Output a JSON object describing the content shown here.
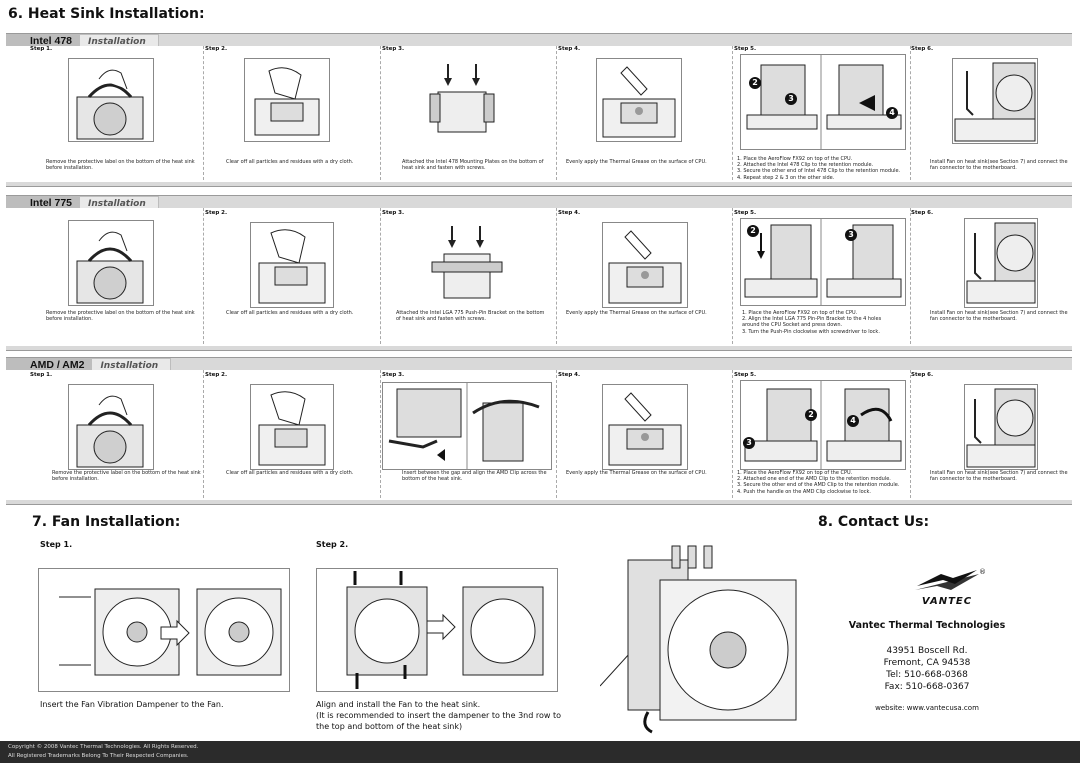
{
  "heatsink": {
    "title": "6. Heat Sink Installation:",
    "sections": [
      {
        "tag": "Intel  478",
        "tag_sub": "Installation",
        "steps": [
          {
            "label": "Step 1.",
            "caption": "Remove the protective label on the bottom of the heat sink before installation."
          },
          {
            "label": "Step 2.",
            "caption": "Clear off all particles and residues with a dry cloth."
          },
          {
            "label": "Step 3.",
            "caption": "Attached the Intel 478 Mounting Plates on the bottom of heat sink and fasten with screws."
          },
          {
            "label": "Step 4.",
            "caption": "Evenly apply the Thermal Grease on the surface of CPU."
          },
          {
            "label": "Step 5.",
            "list": [
              "1. Place the AeroFlow FX92 on top of the CPU.",
              "2. Attached the Intel 478 Clip to the retention module.",
              "3. Secure the other end of Intel 478 Clip to the retention module.",
              "4. Repeat step 2 & 3 on the other side."
            ]
          },
          {
            "label": "Step 6.",
            "caption": "Install Fan on heat sink(see Section 7) and connect the fan connector to the motherboard."
          }
        ]
      },
      {
        "tag": "Intel  775",
        "tag_sub": "Installation",
        "steps": [
          {
            "label": "",
            "caption": "Remove the protective label on the bottom of the heat sink before installation."
          },
          {
            "label": "Step 2.",
            "caption": "Clear off all particles and residues with a dry cloth."
          },
          {
            "label": "Step 3.",
            "caption": "Attached the Intel LGA 775 Push-Pin Bracket on the bottom of heat sink and fasten with screws."
          },
          {
            "label": "Step 4.",
            "caption": "Evenly apply the Thermal Grease on the surface of CPU."
          },
          {
            "label": "Step 5.",
            "list": [
              "1. Place the AeroFlow FX92 on top of the CPU.",
              "2. Align the Intel LGA 775 Pin-Pin Bracket to the 4 holes",
              "    around the CPU Socket and press down.",
              "3. Turn the Push-Pin clockwise with screwdriver to lock."
            ]
          },
          {
            "label": "Step 6.",
            "caption": "Install Fan on heat sink(see Section 7) and connect the fan connector to the motherboard."
          }
        ]
      },
      {
        "tag": "AMD / AM2",
        "tag_sub": "Installation",
        "steps": [
          {
            "label": "Step 1.",
            "caption": "Remove the protective label on the bottom of the heat sink before installation."
          },
          {
            "label": "Step 2.",
            "caption": "Clear off all particles and residues with a dry cloth."
          },
          {
            "label": "Step 3.",
            "caption": "Insert between the gap and align the AMD Clip across the bottom of the heat sink."
          },
          {
            "label": "Step 4.",
            "caption": "Evenly apply the Thermal Grease on the surface of CPU."
          },
          {
            "label": "Step 5.",
            "list": [
              "1. Place the AeroFlow FX92 on top of the CPU.",
              "2. Attached one end of the AMD Clip to the retention module.",
              "3. Secure the other end of the AMD Clip to the retention module.",
              "4. Push the handle on the AMD Clip clockwise to lock."
            ]
          },
          {
            "label": "Step 6.",
            "caption": "Install Fan on heat sink(see Section 7) and connect the fan connector to the motherboard."
          }
        ]
      }
    ],
    "markers": [
      "2",
      "3",
      "4"
    ]
  },
  "fan": {
    "title": "7. Fan Installation:",
    "step1_label": "Step 1.",
    "step2_label": "Step 2.",
    "step1_caption": "Insert the Fan Vibration Dampener to the Fan.",
    "step2_caption_1": "Align and install the Fan to the heat sink.",
    "step2_caption_2": "(It is recommended to insert the dampener to the 3nd row to",
    "step2_caption_3": " the top and bottom of the heat sink)"
  },
  "contact": {
    "title": "8. Contact Us:",
    "logo_text": "VANTEC",
    "registered": "®",
    "company": "Vantec Thermal Technologies",
    "address1": "43951 Boscell Rd.",
    "address2": "Fremont, CA 94538",
    "tel": "Tel: 510-668-0368",
    "fax": "Fax: 510-668-0367",
    "website": "website: www.vantecusa.com"
  },
  "footer": {
    "line1": "Copyright © 2008 Vantec Thermal Technologies. All Rights Reserved.",
    "line2": "All Registered Trademarks Belong To Their Respected Companies."
  },
  "colors": {
    "panel": "#d9d9d9",
    "tag": "#bdbdbd",
    "footer": "#2b2b2b",
    "ink": "#111111"
  }
}
